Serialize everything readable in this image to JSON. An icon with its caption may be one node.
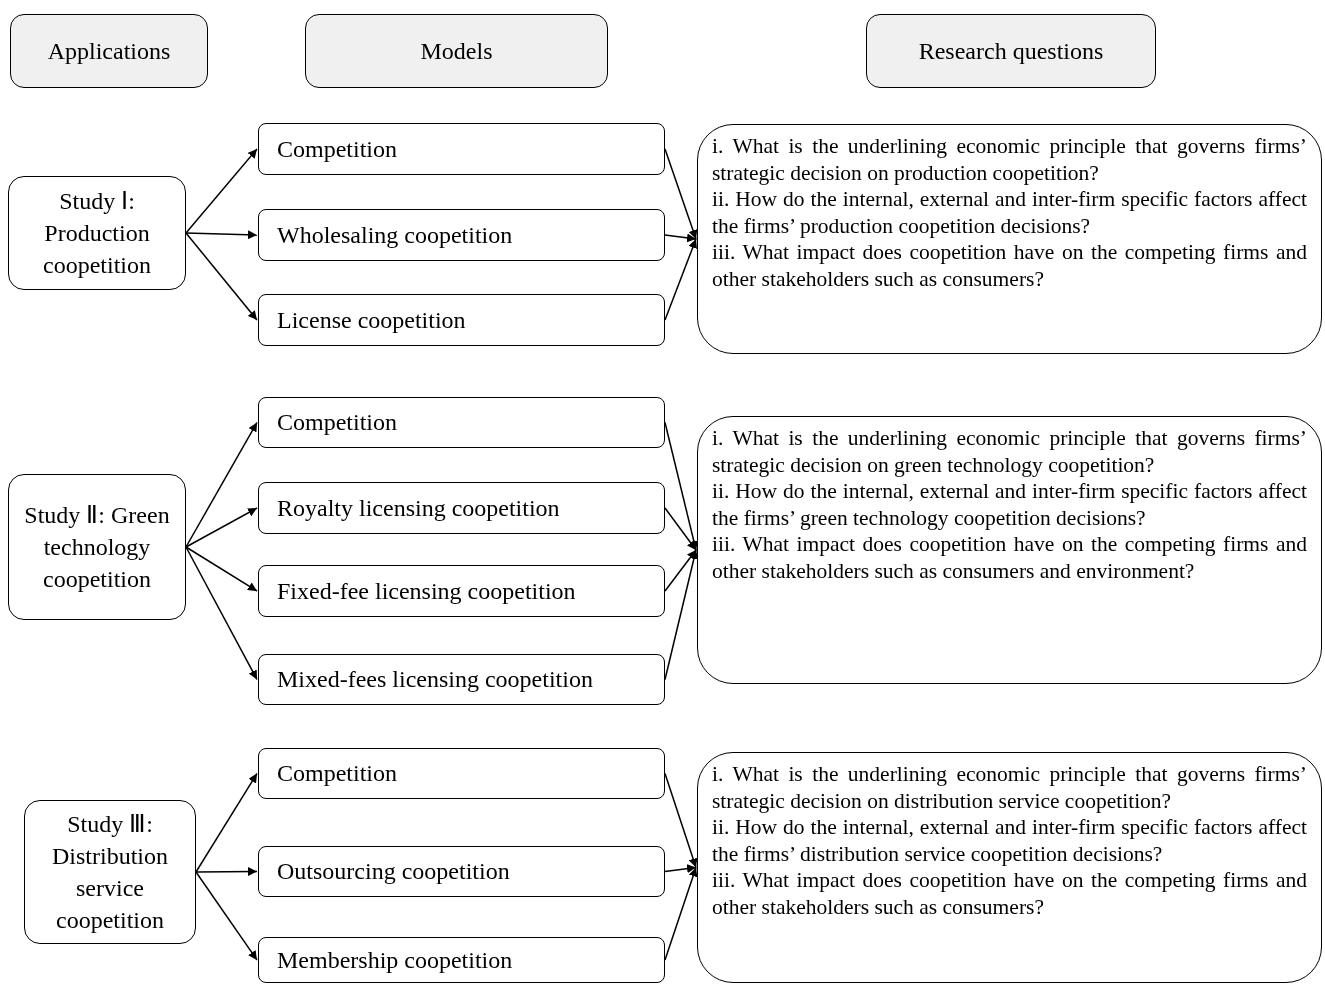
{
  "diagram": {
    "nodes": [
      {
        "text": [
          "Applications"
        ]
      },
      {
        "text": [
          "Models"
        ]
      },
      {
        "text": [
          "Research questions"
        ]
      },
      {
        "text": [
          "Study Ⅰ: Production coopetition"
        ]
      },
      {
        "text": [
          "Competition"
        ]
      },
      {
        "text": [
          "Wholesaling coopetition"
        ]
      },
      {
        "text": [
          "License coopetition"
        ]
      },
      {
        "text": [
          "i. What is the underlining economic principle that governs firms’ strategic decision on production coopetition?",
          "ii. How do the internal, external and inter-firm specific factors affect the firms’ production coopetition decisions?",
          "iii. What impact does coopetition have on the competing firms and other stakeholders such as consumers?"
        ]
      },
      {
        "text": [
          "Study Ⅱ: Green technology coopetition"
        ]
      },
      {
        "text": [
          "Competition"
        ]
      },
      {
        "text": [
          "Royalty licensing coopetition"
        ]
      },
      {
        "text": [
          "Fixed-fee licensing coopetition"
        ]
      },
      {
        "text": [
          "Mixed-fees licensing coopetition"
        ]
      },
      {
        "text": [
          "i. What is the underlining economic principle that governs firms’ strategic decision on green technology coopetition?",
          "ii. How do the internal, external and inter-firm specific factors affect the firms’ green technology coopetition decisions?",
          "iii. What impact does coopetition have on the competing firms and other stakeholders such as consumers and environment?"
        ]
      },
      {
        "text": [
          "Study Ⅲ: Distribution service coopetition"
        ]
      },
      {
        "text": [
          "Competition"
        ]
      },
      {
        "text": [
          "Outsourcing coopetition"
        ]
      },
      {
        "text": [
          "Membership coopetition"
        ]
      },
      {
        "text": [
          "i. What is the underlining economic principle that governs firms’ strategic decision on distribution service coopetition?",
          "ii. How do the internal, external and inter-firm specific factors affect the firms’ distribution service coopetition decisions?",
          "iii. What impact does coopetition have on the competing firms and other stakeholders such as consumers?"
        ]
      }
    ],
    "edges": [
      {
        "from": 3,
        "to": 4,
        "arrow": "to"
      },
      {
        "from": 3,
        "to": 5,
        "arrow": "to"
      },
      {
        "from": 3,
        "to": 6,
        "arrow": "to"
      },
      {
        "from": 4,
        "to": 7,
        "arrow": "to"
      },
      {
        "from": 5,
        "to": 7,
        "arrow": "to"
      },
      {
        "from": 6,
        "to": 7,
        "arrow": "to"
      },
      {
        "from": 8,
        "to": 9,
        "arrow": "to"
      },
      {
        "from": 8,
        "to": 10,
        "arrow": "to"
      },
      {
        "from": 8,
        "to": 11,
        "arrow": "to"
      },
      {
        "from": 8,
        "to": 12,
        "arrow": "to"
      },
      {
        "from": 9,
        "to": 13,
        "arrow": "to"
      },
      {
        "from": 10,
        "to": 13,
        "arrow": "to"
      },
      {
        "from": 11,
        "to": 13,
        "arrow": "to"
      },
      {
        "from": 12,
        "to": 13,
        "arrow": "to"
      },
      {
        "from": 14,
        "to": 15,
        "arrow": "to"
      },
      {
        "from": 14,
        "to": 16,
        "arrow": "to"
      },
      {
        "from": 14,
        "to": 17,
        "arrow": "to"
      },
      {
        "from": 15,
        "to": 18,
        "arrow": "to"
      },
      {
        "from": 16,
        "to": 18,
        "arrow": "to"
      },
      {
        "from": 17,
        "to": 18,
        "arrow": "to"
      }
    ]
  }
}
